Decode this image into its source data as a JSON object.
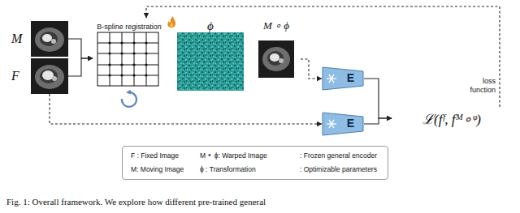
{
  "diagram": {
    "caption": "Fig. 1: Overall framework. We explore how different pre-trained general",
    "nodes": [
      {
        "text": [
          "M"
        ]
      },
      {
        "text": [
          "F"
        ]
      },
      {
        "text": [
          "B-spline registration"
        ]
      },
      {
        "text": [
          "ϕ"
        ]
      },
      {
        "text": [
          "M ∘ ϕ"
        ]
      },
      {
        "text": [
          "E"
        ]
      },
      {
        "text": [
          "E"
        ]
      },
      {
        "text": [
          "ℒ(fᶠ, fᴹ∘ᵠ)"
        ]
      }
    ],
    "edges": [
      {
        "from": 0,
        "to": 2,
        "arrow": "to"
      },
      {
        "from": 1,
        "to": 2,
        "arrow": "to"
      },
      {
        "from": 4,
        "to": 5,
        "arrow": "to"
      },
      {
        "from": 1,
        "to": 6,
        "arrow": "to"
      },
      {
        "from": 5,
        "to": 7,
        "arrow": "to"
      },
      {
        "from": 6,
        "to": 7,
        "arrow": "to"
      },
      {
        "from": 7,
        "to": 2,
        "arrow": "to",
        "label": "loss function"
      }
    ],
    "legend": [
      {
        "text": "F : Fixed Image"
      },
      {
        "text": "M ∘ ϕ: Warped Image"
      },
      {
        "text": ": Frozen general encoder"
      },
      {
        "text": "M: Moving Image"
      },
      {
        "text": "ϕ : Transformation"
      },
      {
        "text": ": Optimizable parameters"
      }
    ]
  }
}
